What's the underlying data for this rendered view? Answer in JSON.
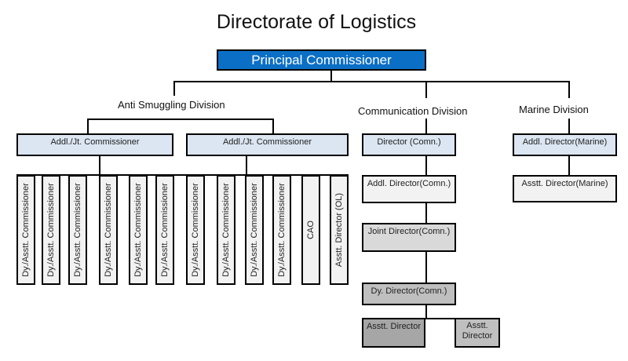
{
  "title": "Directorate of Logistics",
  "principal": "Principal Commissioner",
  "divisions": {
    "anti_smuggling": {
      "label": "Anti Smuggling Division",
      "heads": [
        "Addl./Jt. Commissioner",
        "Addl./Jt. Commissioner"
      ],
      "subordinates": [
        "Dy./Asstt. Commissioner",
        "Dy./Asstt. Commissioner",
        "Dy./Asstt. Commissioner",
        "Dy./Asstt. Commissioner",
        "Dy./Asstt. Commissioner",
        "Dy./Asstt. Commissioner",
        "Dy./Asstt. Commissioner",
        "Dy./Asstt. Commissioner",
        "Dy./Asstt. Commissioner",
        "Dy./Asstt. Commissioner",
        "CAO",
        "Asstt. Director (OL)"
      ]
    },
    "communication": {
      "label": "Communication Division",
      "chain": [
        "Director (Comn.)",
        "Addl. Director(Comn.)",
        "Joint Director(Comn.)",
        "Dy. Director(Comn.)"
      ],
      "leaves": [
        "Asstt. Director",
        "Asstt. Director"
      ]
    },
    "marine": {
      "label": "Marine Division",
      "chain": [
        "Addl. Director(Marine)",
        "Asstt. Director(Marine)"
      ]
    }
  }
}
